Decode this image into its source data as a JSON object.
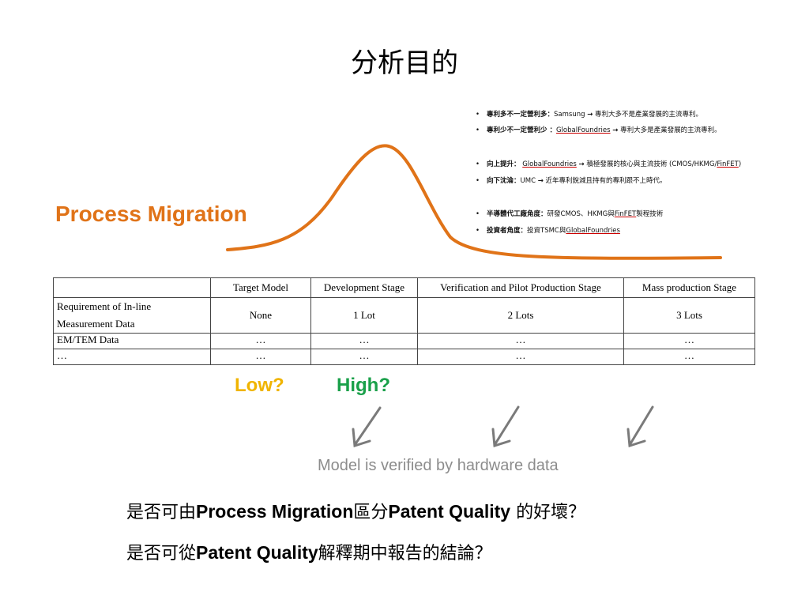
{
  "title": "分析目的",
  "process_label": "Process Migration",
  "bullets": [
    {
      "bold": "專利多不一定營利多：",
      "rest": [
        {
          "t": "Samsung "
        },
        {
          "t": "→",
          "arrow": true
        },
        {
          "t": " 專利大多不是產業發展的主流專利。"
        }
      ]
    },
    {
      "bold": "專利少不一定營利少 ：",
      "rest": [
        {
          "t": "GlobalFoundries",
          "u": true
        },
        {
          "t": " "
        },
        {
          "t": "→",
          "arrow": true
        },
        {
          "t": " 專利大多是產業發展的主流專利。"
        }
      ]
    },
    {
      "bold": "向上提升：",
      "rest": [
        {
          "t": " "
        },
        {
          "t": "GlobalFoundries",
          "u": true
        },
        {
          "t": " "
        },
        {
          "t": "→",
          "arrow": true
        },
        {
          "t": " 積極發展的核心與主流技術 (CMOS/HKMG/"
        },
        {
          "t": "FinFET",
          "u": true
        },
        {
          "t": ")"
        }
      ]
    },
    {
      "bold": "向下沈淪：",
      "rest": [
        {
          "t": "UMC "
        },
        {
          "t": "→",
          "arrow": true
        },
        {
          "t": " 近年專利銳減且持有的專利跟不上時代。"
        }
      ]
    },
    {
      "bold": "半導體代工廠角度：",
      "rest": [
        {
          "t": "研發CMOS、HKMG與"
        },
        {
          "t": "FinFET",
          "u": true
        },
        {
          "t": "製程技術"
        }
      ]
    },
    {
      "bold": "投資者角度：",
      "rest": [
        {
          "t": "投資TSMC與"
        },
        {
          "t": "GlobalFoundries",
          "u": true
        }
      ]
    }
  ],
  "table": {
    "headers": [
      "",
      "Target Model",
      "Development Stage",
      "Verification and Pilot Production Stage",
      "Mass production Stage"
    ],
    "rows": [
      {
        "label_lines": [
          "Requirement of In-line",
          "Measurement Data"
        ],
        "cells": [
          "None",
          "1 Lot",
          "2 Lots",
          "3 Lots"
        ]
      },
      {
        "label_lines": [
          "EM/TEM Data"
        ],
        "cells": [
          "…",
          "…",
          "…",
          "…"
        ]
      },
      {
        "label_lines": [
          "…"
        ],
        "cells": [
          "…",
          "…",
          "…",
          "…"
        ]
      }
    ]
  },
  "low_label": "Low?",
  "high_label": "High?",
  "verified_text": "Model is verified by hardware data",
  "questions": [
    [
      {
        "t": "是否可由"
      },
      {
        "t": "Process Migration",
        "b": true
      },
      {
        "t": "區分"
      },
      {
        "t": "Patent Quality",
        "b": true
      },
      {
        "t": " 的好壞？"
      }
    ],
    [
      {
        "t": "是否可從"
      },
      {
        "t": "Patent Quality",
        "b": true
      },
      {
        "t": "解釋期中報告的結論？"
      }
    ]
  ],
  "colors": {
    "orange": "#e07318",
    "low": "#f0b400",
    "high": "#1aa04a",
    "gray": "#8c8c8c"
  }
}
